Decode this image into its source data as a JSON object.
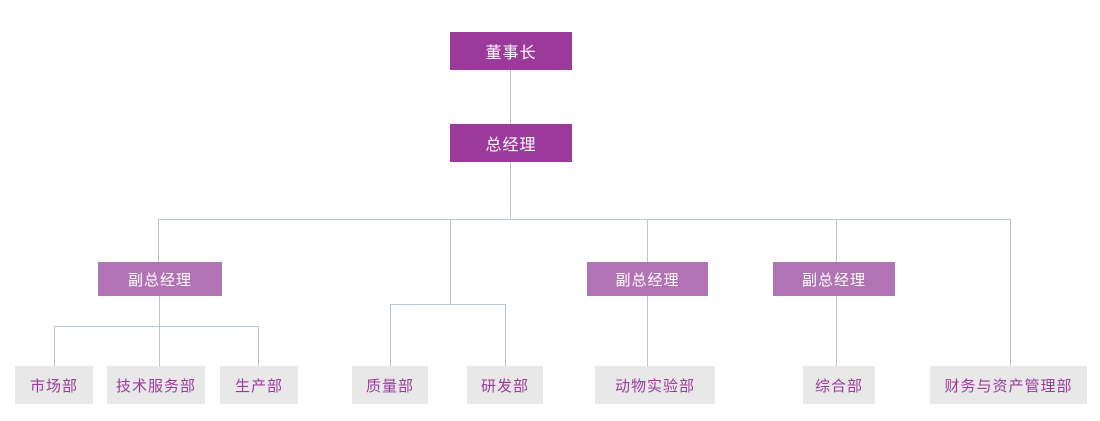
{
  "org_chart": {
    "nodes": {
      "chairman": "董事长",
      "general_manager": "总经理",
      "deputy_general_manager": "副总经理"
    },
    "departments": {
      "marketing": "市场部",
      "technical_service": "技术服务部",
      "production": "生产部",
      "quality": "质量部",
      "research_development": "研发部",
      "animal_experiment": "动物实验部",
      "general_affairs": "综合部",
      "finance_asset_management": "财务与资产管理部"
    },
    "colors": {
      "executive_box": "#9C3A9C",
      "deputy_box": "#B173B3",
      "department_box": "#E8E8E8",
      "department_text": "#9C3A9C",
      "box_text": "#FFFFFF",
      "connector_line": "#B9C5CF",
      "background": "#FFFFFF"
    }
  }
}
